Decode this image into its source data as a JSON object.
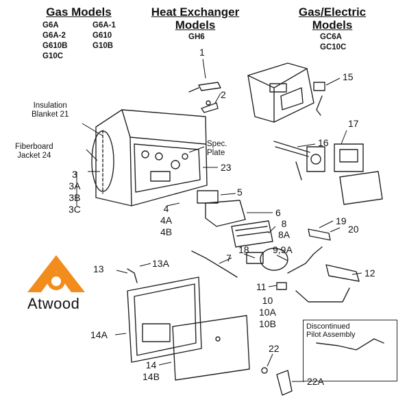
{
  "headers": {
    "gas": "Gas Models",
    "heat_line1": "Heat Exchanger",
    "heat_line2": "Models",
    "gaselec_line1": "Gas/Electric",
    "gaselec_line2": "Models"
  },
  "gas_models": [
    "G6A",
    "G6A-1",
    "G6A-2",
    "G610",
    "G610B",
    "G10B",
    "G10C"
  ],
  "heat_models": [
    "GH6"
  ],
  "gaselec_models": [
    "GC6A",
    "GC10C"
  ],
  "callouts": {
    "c1": "1",
    "c2": "2",
    "c15": "15",
    "c16": "16",
    "c17": "17",
    "insul1": "Insulation",
    "insul2": "Blanket 21",
    "fiber1": "Fiberboard",
    "fiber2": "Jacket 24",
    "spec1": "Spec.",
    "spec2": "Plate",
    "c23": "23",
    "c3": "3",
    "c3a": "3A",
    "c3b": "3B",
    "c3c": "3C",
    "c4": "4",
    "c4a": "4A",
    "c4b": "4B",
    "c5": "5",
    "c6": "6",
    "c7": "7",
    "c8": "8",
    "c8a": "8A",
    "c18": "18",
    "c99a": "9,9A",
    "c19": "19",
    "c20": "20",
    "c13": "13",
    "c13a": "13A",
    "c12": "12",
    "c11": "11",
    "c10": "10",
    "c10a": "10A",
    "c10b": "10B",
    "c14a": "14A",
    "c14": "14",
    "c14b": "14B",
    "c22": "22",
    "c22a": "22A"
  },
  "pilot_box": {
    "line1": "Discontinued",
    "line2": "Pilot Assembly"
  },
  "logo": {
    "text": "Atwood",
    "color": "#f28c1c"
  }
}
